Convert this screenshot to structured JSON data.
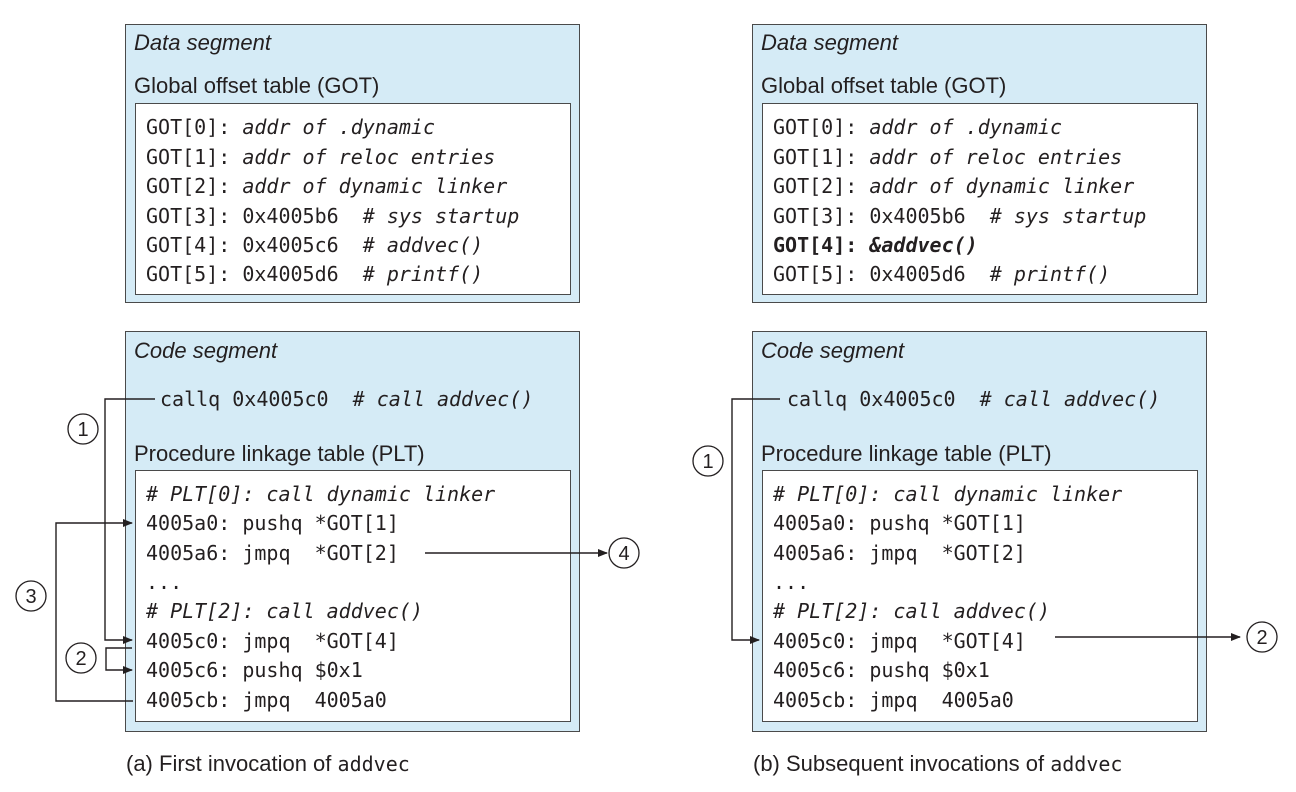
{
  "panels": [
    {
      "data_segment_title": "Data segment",
      "got_title": "Global offset table (GOT)",
      "got_rows": [
        {
          "label": "GOT[0]:",
          "value": "",
          "comment": "addr of .dynamic"
        },
        {
          "label": "GOT[1]:",
          "value": "",
          "comment": "addr of reloc entries"
        },
        {
          "label": "GOT[2]:",
          "value": "",
          "comment": "addr of dynamic linker"
        },
        {
          "label": "GOT[3]:",
          "value": "0x4005b6",
          "comment": "# sys startup"
        },
        {
          "label": "GOT[4]:",
          "value": "0x4005c6",
          "comment": "# addvec()"
        },
        {
          "label": "GOT[5]:",
          "value": "0x4005d6",
          "comment": "# printf()"
        }
      ],
      "code_segment_title": "Code segment",
      "call_instr": "callq 0x4005c0",
      "call_comment": "# call addvec()",
      "plt_title": "Procedure linkage table (PLT)",
      "plt_rows": [
        {
          "addr": "",
          "instr": "",
          "comment": "# PLT[0]: call dynamic linker"
        },
        {
          "addr": "4005a0:",
          "instr": "pushq *GOT[1]",
          "comment": ""
        },
        {
          "addr": "4005a6:",
          "instr": "jmpq  *GOT[2]",
          "comment": ""
        },
        {
          "addr": "...",
          "instr": "",
          "comment": ""
        },
        {
          "addr": "",
          "instr": "",
          "comment": "# PLT[2]: call addvec()"
        },
        {
          "addr": "4005c0:",
          "instr": "jmpq  *GOT[4]",
          "comment": ""
        },
        {
          "addr": "4005c6:",
          "instr": "pushq $0x1",
          "comment": ""
        },
        {
          "addr": "4005cb:",
          "instr": "jmpq  4005a0",
          "comment": ""
        }
      ],
      "steps": [
        "1",
        "2",
        "3",
        "4"
      ],
      "caption_prefix": "(a) First invocation of",
      "caption_code": "addvec"
    },
    {
      "data_segment_title": "Data segment",
      "got_title": "Global offset table (GOT)",
      "got_rows": [
        {
          "label": "GOT[0]:",
          "value": "",
          "comment": "addr of .dynamic"
        },
        {
          "label": "GOT[1]:",
          "value": "",
          "comment": "addr of reloc entries"
        },
        {
          "label": "GOT[2]:",
          "value": "",
          "comment": "addr of dynamic linker"
        },
        {
          "label": "GOT[3]:",
          "value": "0x4005b6",
          "comment": "# sys startup"
        },
        {
          "label": "GOT[4]:",
          "value": "",
          "comment": "&addvec()"
        },
        {
          "label": "GOT[5]:",
          "value": "0x4005d6",
          "comment": "# printf()"
        }
      ],
      "code_segment_title": "Code segment",
      "call_instr": "callq 0x4005c0",
      "call_comment": "# call addvec()",
      "plt_title": "Procedure linkage table (PLT)",
      "plt_rows": [
        {
          "addr": "",
          "instr": "",
          "comment": "# PLT[0]: call dynamic linker"
        },
        {
          "addr": "4005a0:",
          "instr": "pushq *GOT[1]",
          "comment": ""
        },
        {
          "addr": "4005a6:",
          "instr": "jmpq  *GOT[2]",
          "comment": ""
        },
        {
          "addr": "...",
          "instr": "",
          "comment": ""
        },
        {
          "addr": "",
          "instr": "",
          "comment": "# PLT[2]: call addvec()"
        },
        {
          "addr": "4005c0:",
          "instr": "jmpq  *GOT[4]",
          "comment": ""
        },
        {
          "addr": "4005c6:",
          "instr": "pushq $0x1",
          "comment": ""
        },
        {
          "addr": "4005cb:",
          "instr": "jmpq  4005a0",
          "comment": ""
        }
      ],
      "steps": [
        "1",
        "2"
      ],
      "caption_prefix": "(b) Subsequent invocations of",
      "caption_code": "addvec"
    }
  ]
}
